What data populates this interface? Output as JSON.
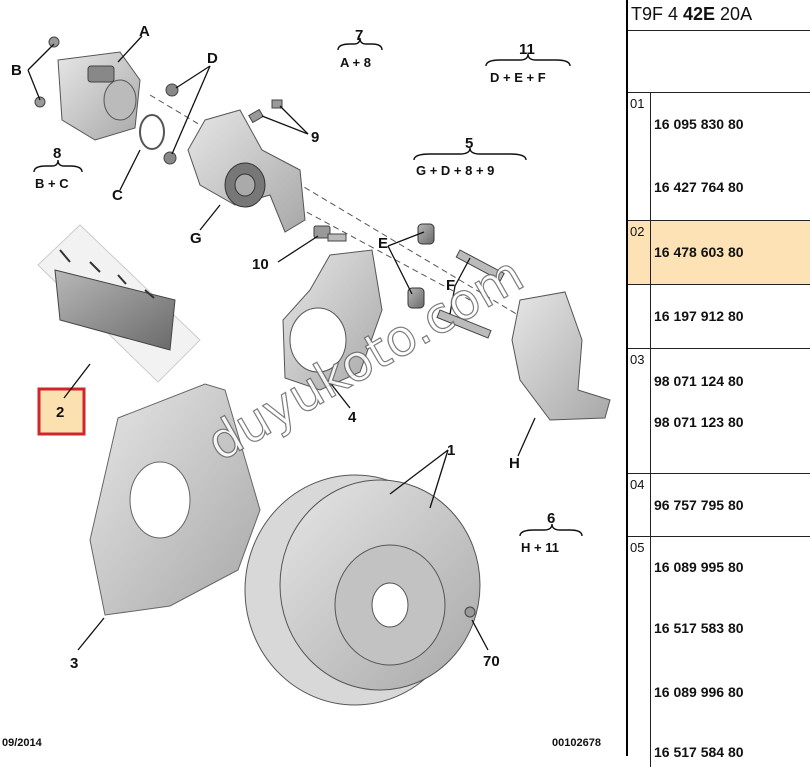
{
  "diagram": {
    "parts": [
      "A",
      "B",
      "C",
      "D",
      "E",
      "F",
      "G",
      "H",
      "1",
      "2",
      "3",
      "4",
      "9",
      "10",
      "70"
    ],
    "kits": [
      {
        "num": "7",
        "formula": "A + 8"
      },
      {
        "num": "11",
        "formula": "D + E + F"
      },
      {
        "num": "5",
        "formula": "G + D + 8 + 9"
      },
      {
        "num": "8",
        "formula": "B + C"
      },
      {
        "num": "6",
        "formula": "H + 11"
      }
    ],
    "highlighted_part": "2",
    "watermark": "duyukoto.com",
    "footer_left": "09/2014",
    "footer_right": "00102678"
  },
  "panel": {
    "title_prefix": "T9F 4 ",
    "title_bold": "42E",
    "title_suffix": " 20A",
    "rows": [
      {
        "index": "01",
        "refs": [
          "16 095 830 80",
          "16 427 764 80"
        ],
        "highlight": false
      },
      {
        "index": "02",
        "refs": [
          "16 478 603 80"
        ],
        "highlight": true
      },
      {
        "index": "",
        "refs": [
          "16 197 912 80"
        ],
        "highlight": false
      },
      {
        "index": "03",
        "refs": [
          "98 071 124 80",
          "98 071 123 80"
        ],
        "highlight": false
      },
      {
        "index": "04",
        "refs": [
          "96 757 795 80"
        ],
        "highlight": false
      },
      {
        "index": "05",
        "refs": [
          "16 089 995 80",
          "16 517 583 80",
          "16 089 996 80",
          "16 517 584 80"
        ],
        "highlight": false
      }
    ],
    "highlight_color": "#fde2b5"
  }
}
